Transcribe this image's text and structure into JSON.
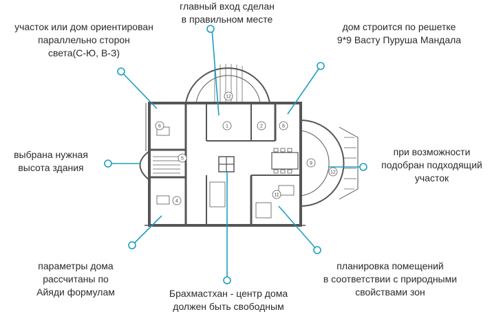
{
  "colors": {
    "accent": "#1a9ec0",
    "lines": "#555555"
  },
  "callouts": [
    {
      "id": "orientation",
      "lines": [
        "участок или дом ориентирован",
        "параллельно сторон",
        "света(С-Ю, В-З)"
      ]
    },
    {
      "id": "entrance",
      "lines": [
        "главный вход сделан",
        "в правильном месте"
      ]
    },
    {
      "id": "grid",
      "lines": [
        "дом строится по решетке",
        "9*9 Васту Пуруша Мандала"
      ]
    },
    {
      "id": "height",
      "lines": [
        "выбрана нужная",
        "высота здания"
      ]
    },
    {
      "id": "site",
      "lines": [
        "при возможности",
        "подобран подходящий",
        "участок"
      ]
    },
    {
      "id": "params",
      "lines": [
        "параметры дома",
        "рассчитаны по",
        "Айяди формулам"
      ]
    },
    {
      "id": "center",
      "lines": [
        "Брахмастхан - центр дома",
        "должен быть свободным"
      ]
    },
    {
      "id": "zones",
      "lines": [
        "планировка помещений",
        "в соответствии с природными",
        "свойствами зон"
      ]
    }
  ],
  "plan": {
    "room_numbers": [
      "12",
      "1",
      "2",
      "8",
      "6",
      "5",
      "4",
      "9",
      "12",
      "11"
    ]
  }
}
